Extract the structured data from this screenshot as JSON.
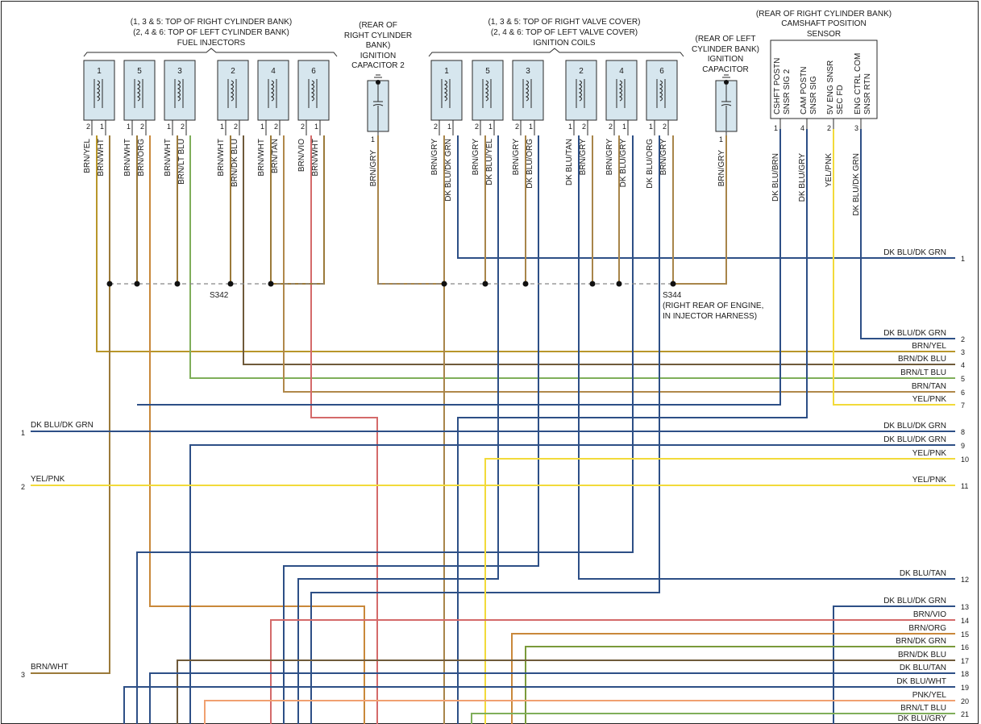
{
  "headers": {
    "fuel_injectors": [
      "(1, 3 & 5: TOP OF RIGHT CYLINDER BANK)",
      "(2, 4 & 6: TOP OF LEFT CYLINDER BANK)",
      "FUEL INJECTORS"
    ],
    "capacitor_2": [
      "(REAR OF",
      "RIGHT CYLINDER",
      "BANK)",
      "IGNITION",
      "CAPACITOR 2"
    ],
    "ignition_coils": [
      "(1, 3 & 5: TOP OF RIGHT VALVE COVER)",
      "(2, 4 & 6: TOP OF LEFT VALVE COVER)",
      "IGNITION COILS"
    ],
    "capacitor": [
      "(REAR OF LEFT",
      "CYLINDER BANK)",
      "IGNITION",
      "CAPACITOR"
    ],
    "cam_sensor": [
      "(REAR OF RIGHT CYLINDER BANK)",
      "CAMSHAFT POSITION",
      "SENSOR"
    ]
  },
  "injectors": [
    {
      "num": "1",
      "pins": [
        "2",
        "1"
      ],
      "wires": [
        "BRN/YEL",
        "BRN/WHT"
      ]
    },
    {
      "num": "5",
      "pins": [
        "1",
        "2"
      ],
      "wires": [
        "BRN/WHT",
        "BRN/ORG"
      ]
    },
    {
      "num": "3",
      "pins": [
        "1",
        "2"
      ],
      "wires": [
        "BRN/WHT",
        "BRN/LT BLU"
      ]
    },
    {
      "num": "2",
      "pins": [
        "1",
        "2"
      ],
      "wires": [
        "BRN/WHT",
        "BRN/DK BLU"
      ]
    },
    {
      "num": "4",
      "pins": [
        "1",
        "2"
      ],
      "wires": [
        "BRN/WHT",
        "BRN/TAN"
      ]
    },
    {
      "num": "6",
      "pins": [
        "2",
        "1"
      ],
      "wires": [
        "BRN/VIO",
        "BRN/WHT"
      ]
    }
  ],
  "coils": [
    {
      "num": "1",
      "pins": [
        "2",
        "1"
      ],
      "wires": [
        "BRN/GRY",
        "DK BLU/DK GRN"
      ]
    },
    {
      "num": "5",
      "pins": [
        "2",
        "1"
      ],
      "wires": [
        "BRN/GRY",
        "DK BLU/YEL"
      ]
    },
    {
      "num": "3",
      "pins": [
        "2",
        "1"
      ],
      "wires": [
        "BRN/GRY",
        "DK BLU/ORG"
      ]
    },
    {
      "num": "2",
      "pins": [
        "1",
        "2"
      ],
      "wires": [
        "DK BLU/TAN",
        "BRN/GRY"
      ]
    },
    {
      "num": "4",
      "pins": [
        "2",
        "1"
      ],
      "wires": [
        "BRN/GRY",
        "DK BLU/GRY"
      ]
    },
    {
      "num": "6",
      "pins": [
        "1",
        "2"
      ],
      "wires": [
        "DK BLU/ORG",
        "BRN/GRY"
      ]
    }
  ],
  "capacitor_2": {
    "pin": "1",
    "wire": "BRN/GRY"
  },
  "capacitor": {
    "pin": "1",
    "wire": "BRN/GRY"
  },
  "cam_sensor": {
    "functions": [
      "CSHFT POSTN SNSR SIG 2",
      "CAM POSTN SNSR SIG",
      "5V ENG SNSR SEC FD",
      "ENG CTRL COM SNSR RTN"
    ],
    "pins": [
      "1",
      "4",
      "2",
      "3"
    ],
    "wires": [
      "DK BLU/BRN",
      "DK BLU/GRY",
      "YEL/PNK",
      "DK BLU/DK GRN"
    ]
  },
  "splices": {
    "s342": "S342",
    "s344": [
      "S344",
      "(RIGHT REAR OF ENGINE,",
      "IN INJECTOR HARNESS)"
    ]
  },
  "right_connector": [
    {
      "num": "1",
      "label": "DK BLU/DK GRN"
    },
    {
      "num": "2",
      "label": "DK BLU/DK GRN"
    },
    {
      "num": "3",
      "label": "BRN/YEL"
    },
    {
      "num": "4",
      "label": "BRN/DK BLU"
    },
    {
      "num": "5",
      "label": "BRN/LT BLU"
    },
    {
      "num": "6",
      "label": "BRN/TAN"
    },
    {
      "num": "7",
      "label": "YEL/PNK"
    },
    {
      "num": "8",
      "label": "DK BLU/DK GRN"
    },
    {
      "num": "9",
      "label": "DK BLU/DK GRN"
    },
    {
      "num": "10",
      "label": "YEL/PNK"
    },
    {
      "num": "11",
      "label": "YEL/PNK"
    },
    {
      "num": "12",
      "label": "DK BLU/TAN"
    },
    {
      "num": "13",
      "label": "DK BLU/DK GRN"
    },
    {
      "num": "14",
      "label": "BRN/VIO"
    },
    {
      "num": "15",
      "label": "BRN/ORG"
    },
    {
      "num": "16",
      "label": "BRN/DK GRN"
    },
    {
      "num": "17",
      "label": "BRN/DK BLU"
    },
    {
      "num": "18",
      "label": "DK BLU/TAN"
    },
    {
      "num": "19",
      "label": "DK BLU/WHT"
    },
    {
      "num": "20",
      "label": "PNK/YEL"
    },
    {
      "num": "21",
      "label": "BRN/LT BLU"
    },
    {
      "num": "",
      "label": "DK BLU/GRY"
    }
  ],
  "left_connector": [
    {
      "num": "1",
      "label": "DK BLU/DK GRN"
    },
    {
      "num": "2",
      "label": "YEL/PNK"
    },
    {
      "num": "3",
      "label": "BRN/WHT"
    }
  ],
  "colors": {
    "brn_yel": "#b8962a",
    "brn_wht": "#9b7a3a",
    "brn_org": "#c9883a",
    "brn_lt_blu": "#7fae5a",
    "brn_dk_blu": "#6f5a3a",
    "brn_tan": "#b0884a",
    "brn_vio": "#d46a6a",
    "brn_gry": "#a8854a",
    "dk_blu": "#2d4f86",
    "yel_pnk": "#f2da3a",
    "pnk_yel": "#f0a070",
    "brn_dk_grn": "#7a9a3a",
    "dk_blu_tan": "#2d4f86"
  }
}
